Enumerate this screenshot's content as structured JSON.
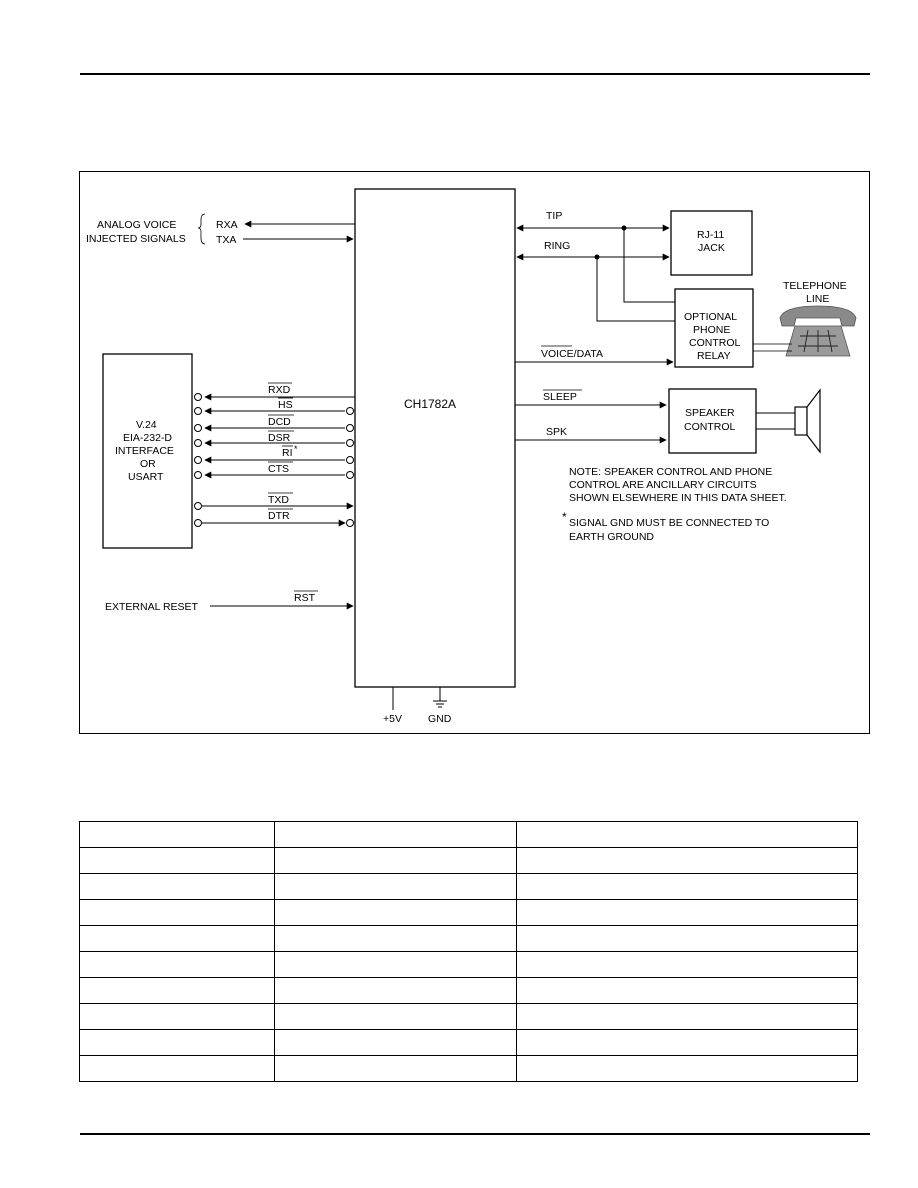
{
  "diagram": {
    "chip_label": "CH1782A",
    "analog_voice_line1": "ANALOG VOICE",
    "analog_voice_line2": "INJECTED SIGNALS",
    "rxa": "RXA",
    "txa": "TXA",
    "interface_lines": [
      "V.24",
      "EIA-232-D",
      "INTERFACE",
      "OR",
      "USART"
    ],
    "signals": {
      "rxd": "RXD",
      "hs": "HS",
      "dcd": "DCD",
      "dsr": "DSR",
      "ri": "RI",
      "ri_star": "*",
      "cts": "CTS",
      "txd": "TXD",
      "dtr": "DTR",
      "rst": "RST"
    },
    "external_reset": "EXTERNAL RESET",
    "tip": "TIP",
    "ring": "RING",
    "voice_data": "VOICE/DATA",
    "sleep": "SLEEP",
    "spk": "SPK",
    "rj11_line1": "RJ-11",
    "rj11_line2": "JACK",
    "relay_lines": [
      "OPTIONAL",
      "PHONE",
      "CONTROL",
      "RELAY"
    ],
    "telephone_line1": "TELEPHONE",
    "telephone_line2": "LINE",
    "speaker_control_line1": "SPEAKER",
    "speaker_control_line2": "CONTROL",
    "note_lines": [
      "NOTE: SPEAKER CONTROL AND PHONE",
      "CONTROL ARE ANCILLARY CIRCUITS",
      "SHOWN ELSEWHERE IN THIS DATA SHEET."
    ],
    "gnd_note_star": "*",
    "gnd_note_lines": [
      "SIGNAL GND MUST BE CONNECTED TO",
      "EARTH GROUND"
    ],
    "plus5v": "+5V",
    "gnd": "GND"
  },
  "table": {
    "rows": [
      [
        "",
        "",
        ""
      ],
      [
        "",
        "",
        ""
      ],
      [
        "",
        "",
        ""
      ],
      [
        "",
        "",
        ""
      ],
      [
        "",
        "",
        ""
      ],
      [
        "",
        "",
        ""
      ],
      [
        "",
        "",
        ""
      ],
      [
        "",
        "",
        ""
      ],
      [
        "",
        "",
        ""
      ],
      [
        "",
        "",
        ""
      ]
    ]
  }
}
